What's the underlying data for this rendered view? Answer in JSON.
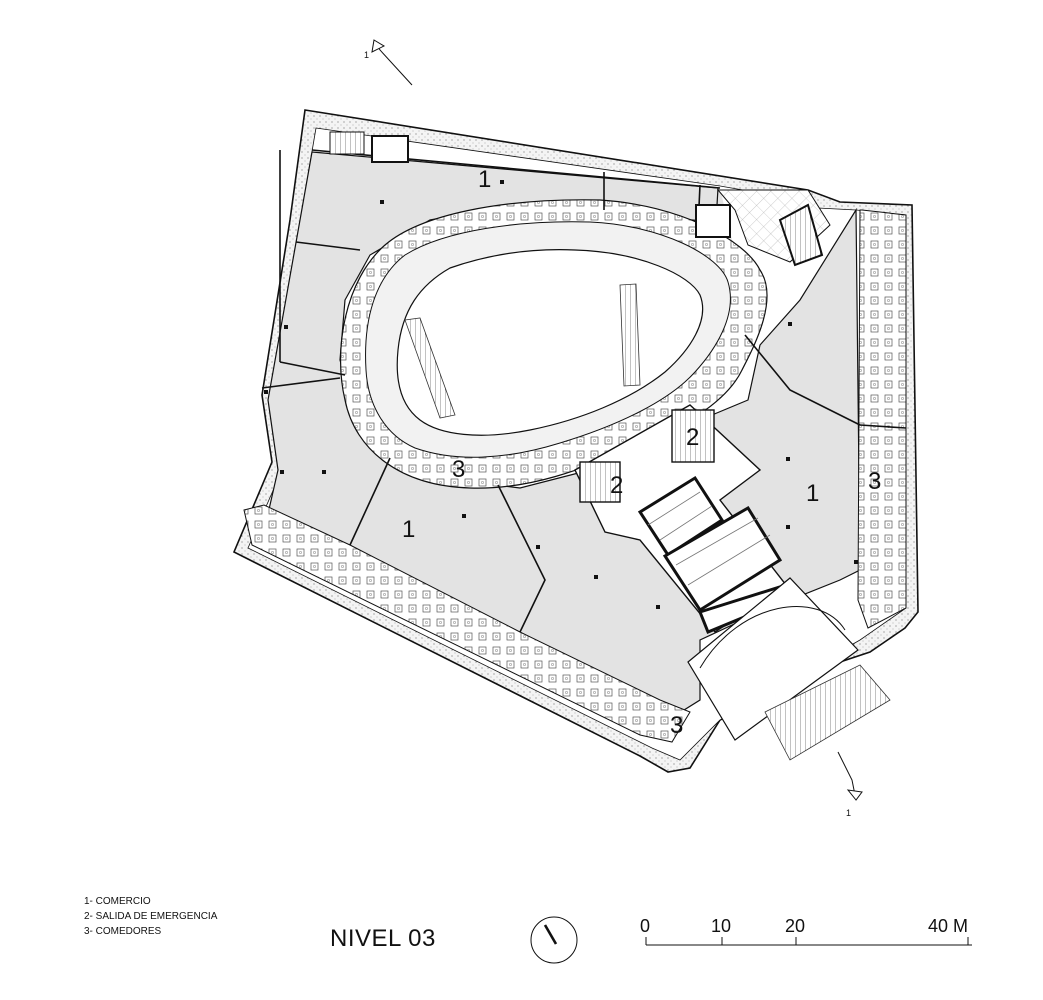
{
  "drawing": {
    "title": "NIVEL 03",
    "section_marker": "1",
    "zones": {
      "comercio": "1",
      "salida_emergencia": "2",
      "comedores": "3"
    },
    "legend": [
      "1- COMERCIO",
      "2- SALIDA DE EMERGENCIA",
      "3- COMEDORES"
    ],
    "scale": {
      "ticks": [
        "0",
        "10",
        "20"
      ],
      "last": "40 M",
      "values": [
        0,
        10,
        20,
        40
      ]
    },
    "colors": {
      "floor_fill": "#e3e3e3",
      "line": "#111111",
      "paper": "#ffffff"
    }
  }
}
